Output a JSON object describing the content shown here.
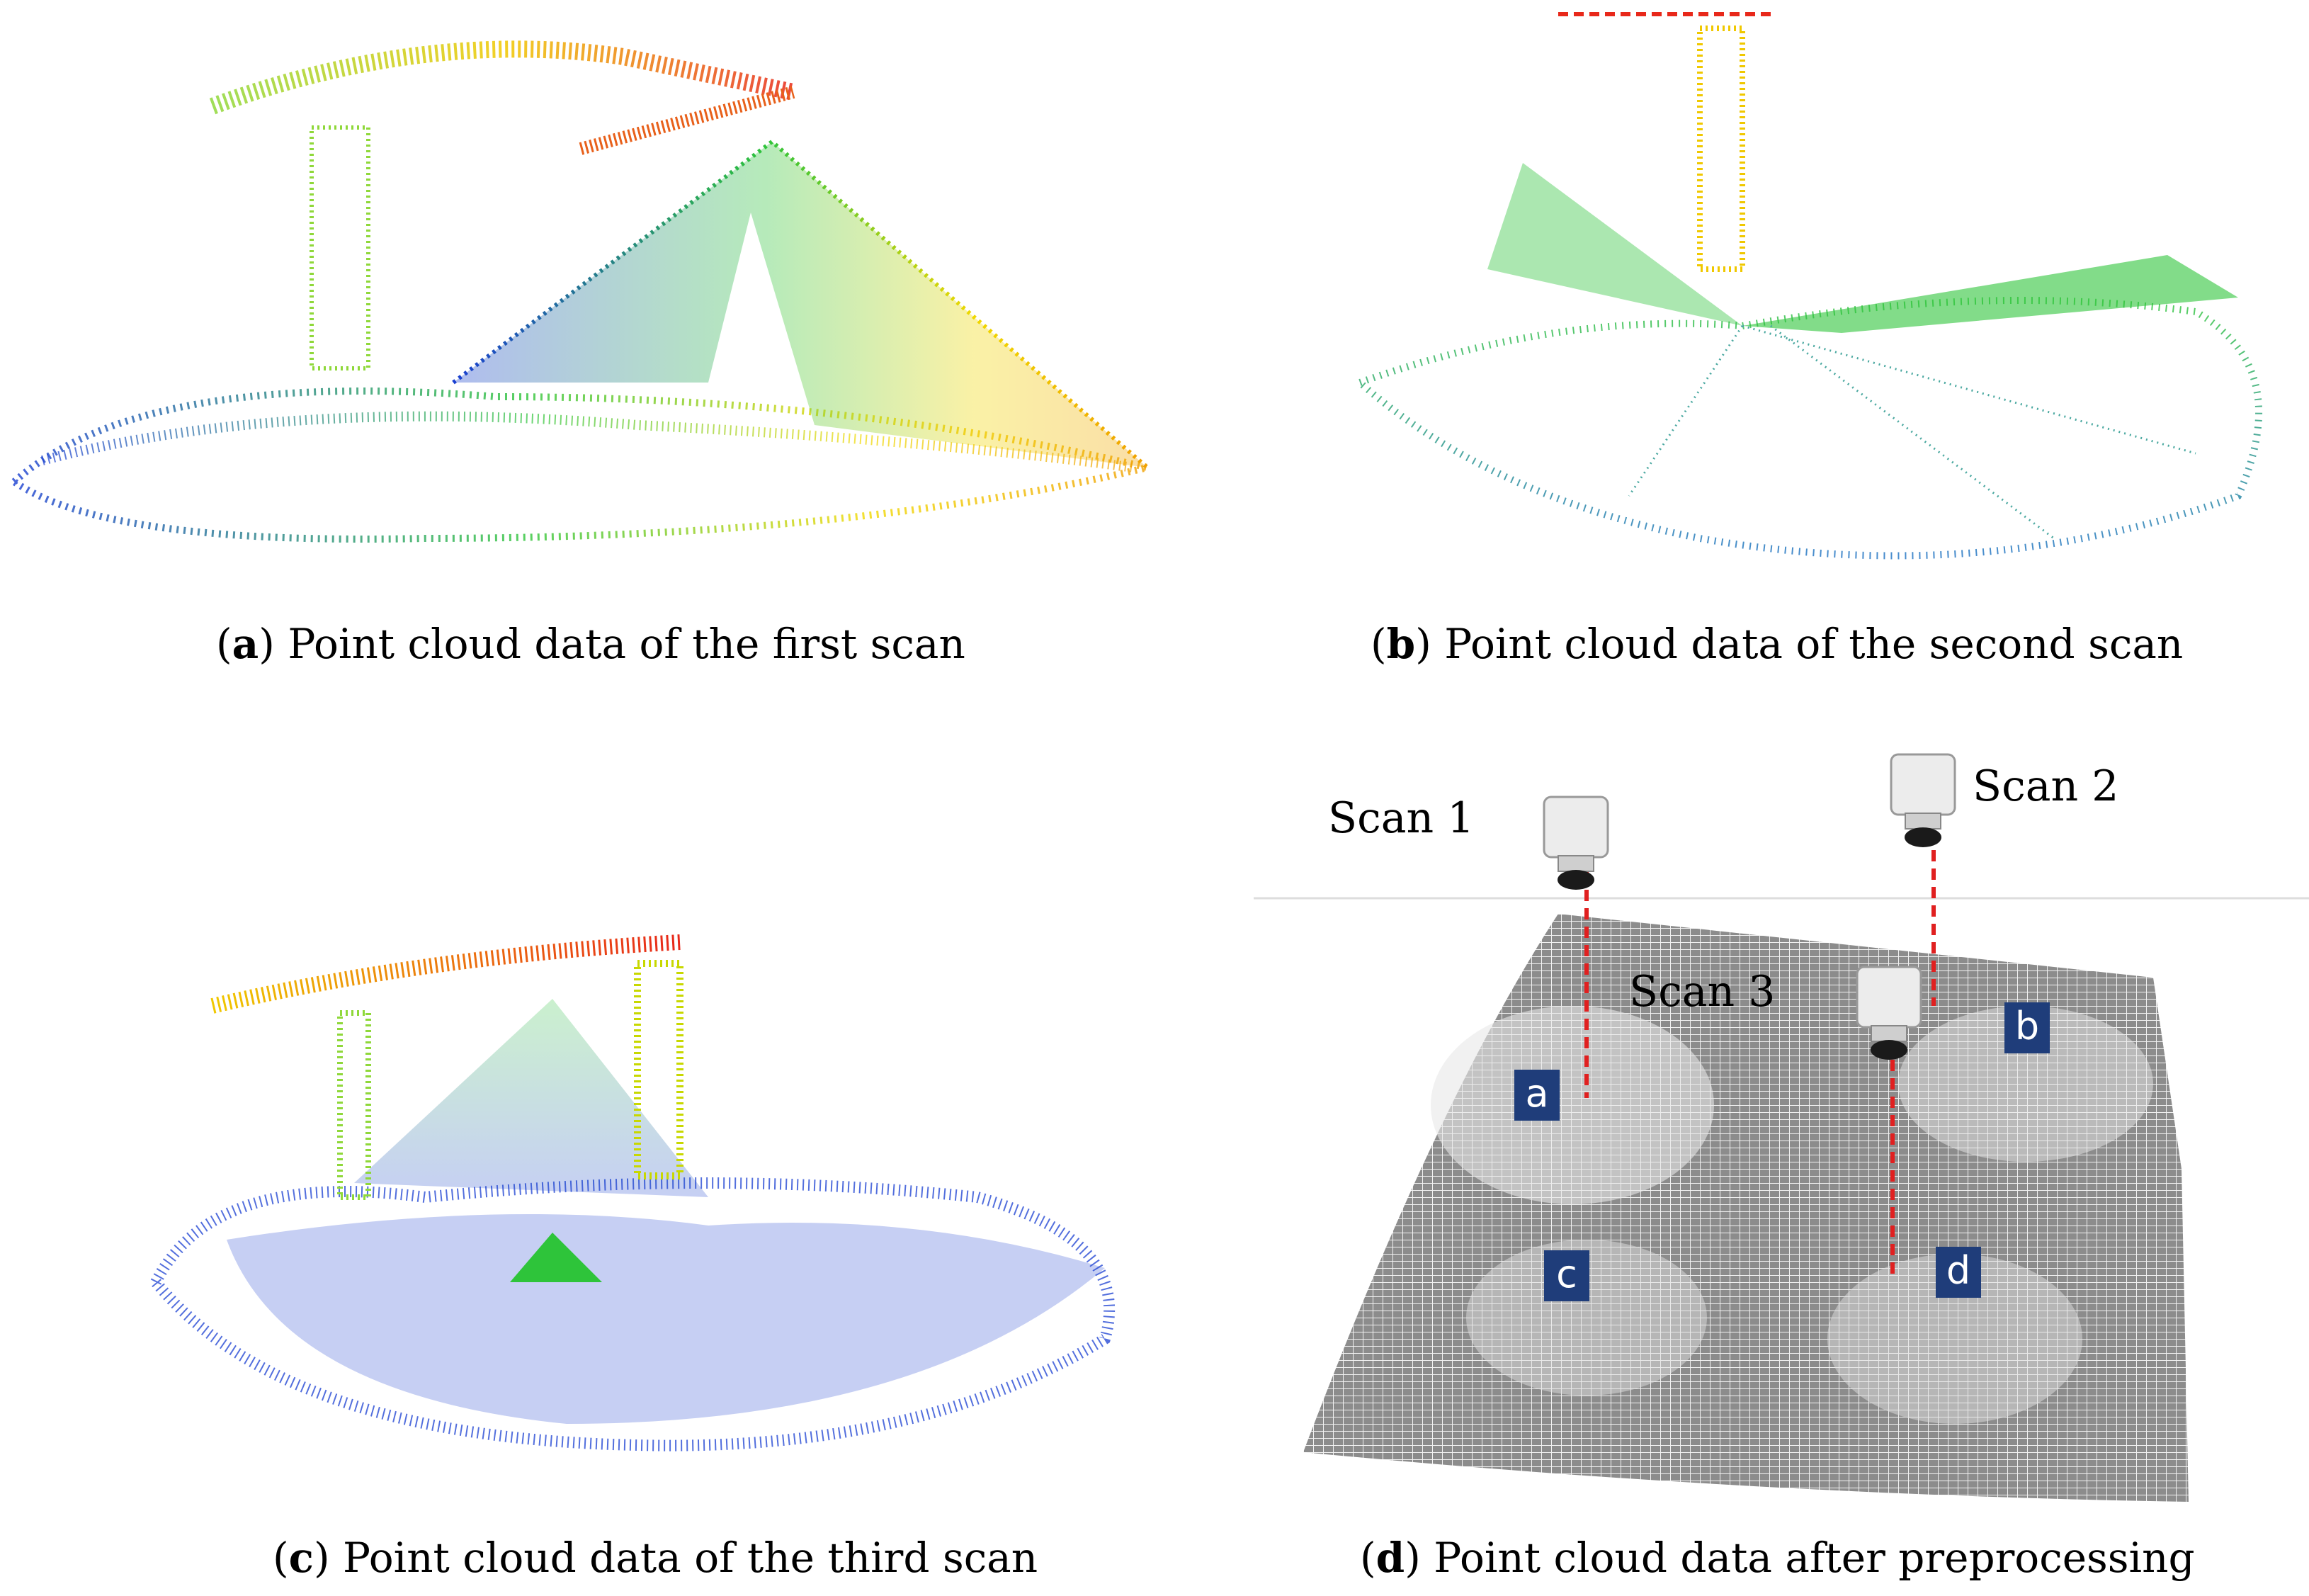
{
  "panels": [
    {
      "letter": "a",
      "caption": "Point cloud data of the first scan"
    },
    {
      "letter": "b",
      "caption": "Point cloud data of the second scan"
    },
    {
      "letter": "c",
      "caption": "Point cloud data of the third scan"
    },
    {
      "letter": "d",
      "caption": "Point cloud data after preprocessing"
    }
  ],
  "scans": {
    "scan1": "Scan 1",
    "scan2": "Scan 2",
    "scan3": "Scan 3"
  },
  "regions": {
    "a": "a",
    "b": "b",
    "c": "c",
    "d": "d"
  },
  "colors": {
    "low": "#1a3fd1",
    "mid": "#2ec43a",
    "high_mid": "#f0d800",
    "high": "#e8281a",
    "marker_bg": "#1f3d7a",
    "dashed_line": "#e02020",
    "grid_gray": "#8c8c8c"
  },
  "icons": [
    "laser-scanner-icon"
  ]
}
